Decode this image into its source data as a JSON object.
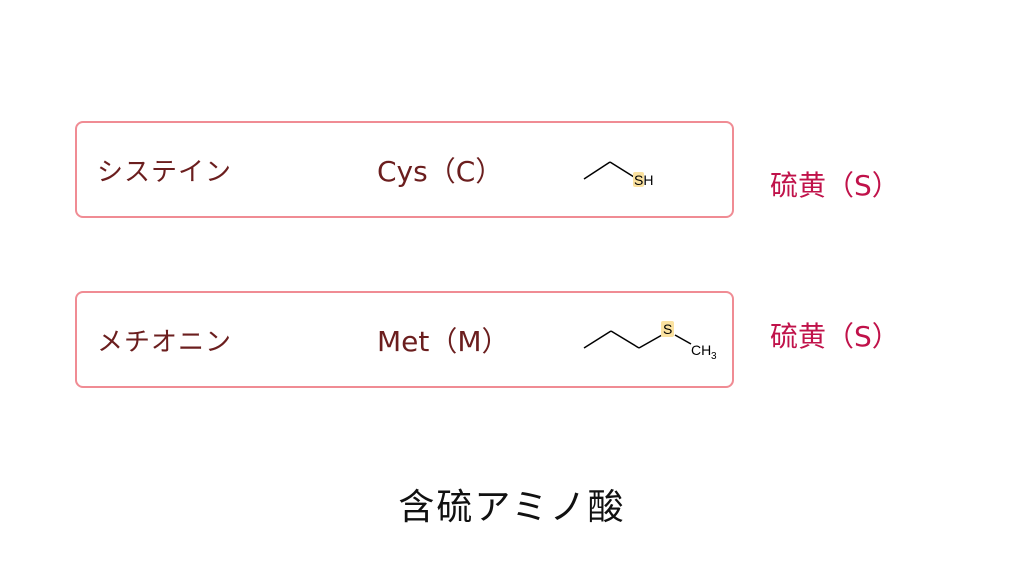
{
  "rows": [
    {
      "name_jp": "システイン",
      "abbreviation": "Cys（C）",
      "structure": {
        "type": "skeletal",
        "side_chain": "CH2-SH",
        "labels": [
          "SH"
        ],
        "highlight_atom": "S"
      },
      "element": "硫黄（S）"
    },
    {
      "name_jp": "メチオニン",
      "abbreviation": "Met（M）",
      "structure": {
        "type": "skeletal",
        "side_chain": "CH2-CH2-S-CH3",
        "labels": [
          "S",
          "CH",
          "3"
        ],
        "highlight_atom": "S"
      },
      "element": "硫黄（S）"
    }
  ],
  "title": "含硫アミノ酸",
  "colors": {
    "card_border": "#f08c94",
    "name_text": "#6b1e1e",
    "element_text": "#c0124a",
    "highlight": "#fbe2a0",
    "title_text": "#111111"
  }
}
